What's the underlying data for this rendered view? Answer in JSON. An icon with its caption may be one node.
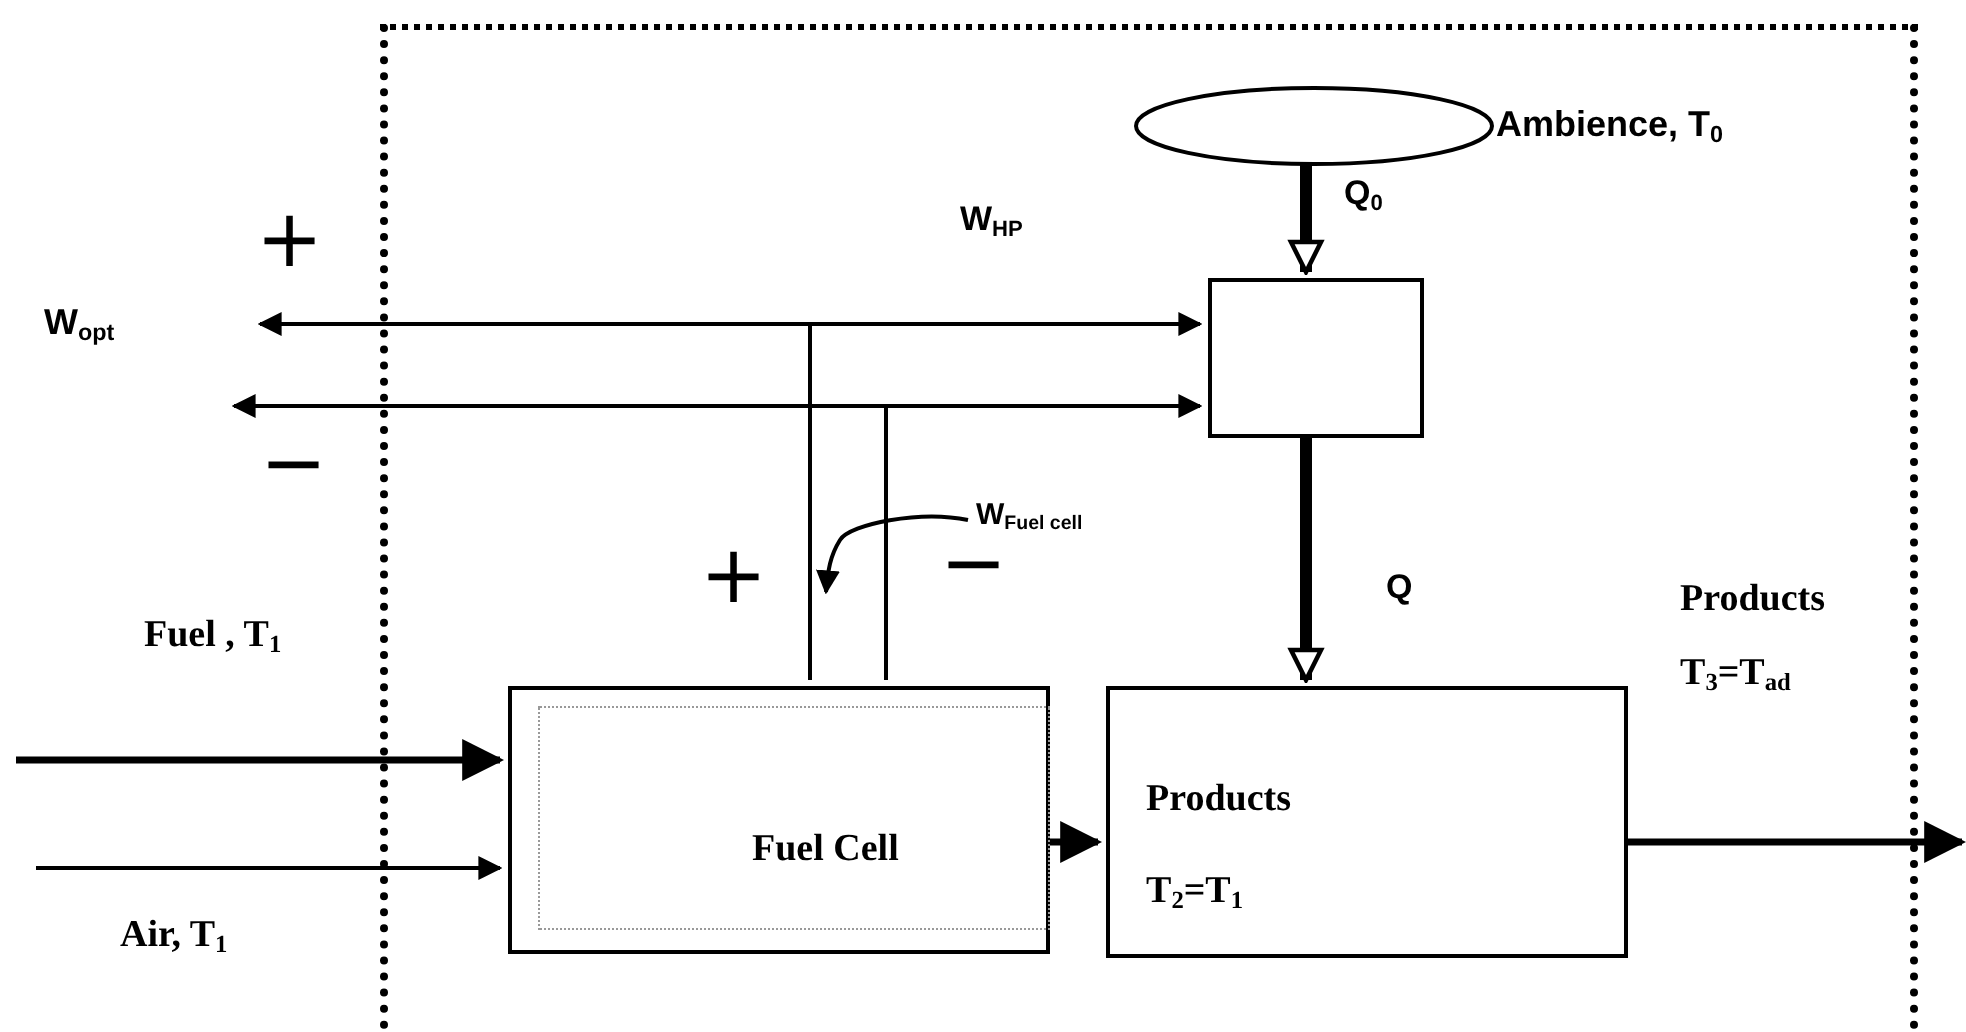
{
  "diagram": {
    "nodes": [
      {
        "text": [],
        "shape": "box"
      },
      {
        "text": [
          "Ambience,  T$_{0}$"
        ],
        "in": 0
      },
      {
        "text": [],
        "shape": "box",
        "in": 0
      },
      {
        "text": [
          "Fuel Cell"
        ],
        "in": 0
      },
      {
        "text": [
          "Products",
          "T$_{2}$=T$_{1}$"
        ],
        "in": 0
      },
      {
        "text": [
          "W$_{Fuel cell}$"
        ],
        "in": 0
      }
    ],
    "edges": [
      {
        "from": 1,
        "to": 2,
        "arrow": "to",
        "label": "Q$_{0}$",
        "style": "thick"
      },
      {
        "from": 2,
        "to": 4,
        "arrow": "to",
        "label": "Q",
        "style": "thick"
      },
      {
        "from": 3,
        "to": 2,
        "arrow": "to",
        "label": "W$_{HP}$"
      },
      {
        "from": 3,
        "to": null,
        "arrow": "to"
      },
      {
        "from": 3,
        "to": 2,
        "arrow": "to"
      },
      {
        "from": 3,
        "to": null,
        "arrow": "to"
      },
      {
        "from": 5,
        "to": null,
        "arrow": "to"
      },
      {
        "from": null,
        "to": 3,
        "arrow": "to",
        "label": "Fuel , T$_{1}$"
      },
      {
        "from": null,
        "to": 3,
        "arrow": "to",
        "label": "Air, T$_{1}$"
      },
      {
        "from": 3,
        "to": 4,
        "arrow": "to"
      },
      {
        "from": 4,
        "to": null,
        "arrow": "to"
      }
    ],
    "labels": [
      "+",
      "W$_{opt}$",
      "−",
      "+",
      "−",
      "Products",
      "T$_{3}$=T$_{ad}$"
    ]
  }
}
